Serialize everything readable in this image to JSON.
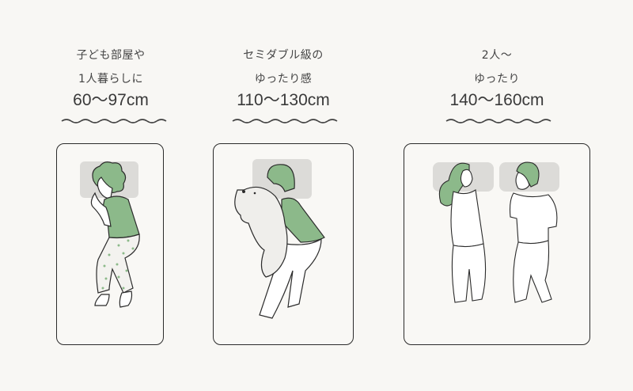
{
  "columns": [
    {
      "line1": "子ども部屋や",
      "line2": "1人暮らしに",
      "size": "60〜97cm",
      "illustration": "single-sleeper-side-curled"
    },
    {
      "line1": "セミダブル級の",
      "line2": "ゆったり感",
      "size": "110〜130cm",
      "illustration": "sleeper-hugging-dog"
    },
    {
      "line1": "2人〜",
      "line2": "ゆったり",
      "size": "140〜160cm",
      "illustration": "couple-sleeping"
    }
  ],
  "colors": {
    "background": "#f8f7f4",
    "accent_green": "#8cb98a",
    "pillow_gray": "#dcdbd8",
    "outline": "#2b2b2b",
    "text": "#3f3f3f"
  }
}
